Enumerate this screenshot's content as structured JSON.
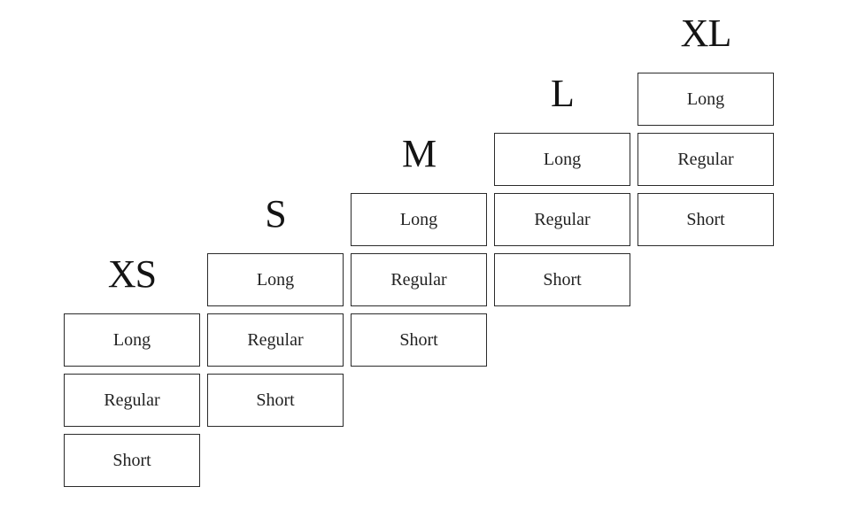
{
  "sizes": [
    {
      "label": "XS",
      "fits": [
        "Long",
        "Regular",
        "Short"
      ]
    },
    {
      "label": "S",
      "fits": [
        "Long",
        "Regular",
        "Short"
      ]
    },
    {
      "label": "M",
      "fits": [
        "Long",
        "Regular",
        "Short"
      ]
    },
    {
      "label": "L",
      "fits": [
        "Long",
        "Regular",
        "Short"
      ]
    },
    {
      "label": "XL",
      "fits": [
        "Long",
        "Regular",
        "Short"
      ]
    }
  ]
}
